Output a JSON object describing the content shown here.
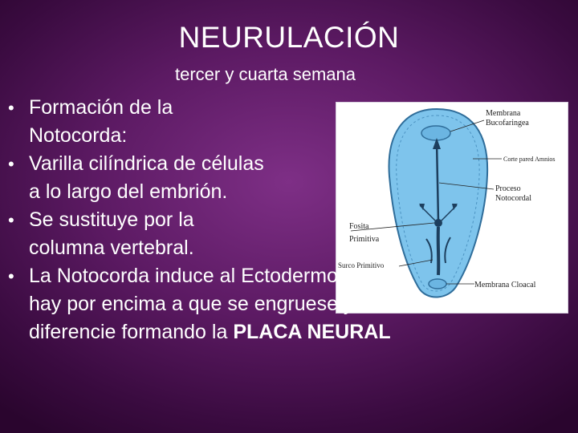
{
  "slide": {
    "title": "NEURULACIÓN",
    "subtitle": "tercer y cuarta semana",
    "bullet_symbol": "•",
    "bullets": [
      {
        "line1": "Formación de la",
        "line2_bold": "Notocorda",
        "line2_rest": ":"
      },
      {
        "line1": "Varilla cilíndrica de células",
        "line2": "a lo largo del embrión."
      },
      {
        "line1": "Se sustituye por la",
        "line2": "columna vertebral."
      },
      {
        "line1": "La Notocorda induce al Ectodermo que",
        "line2": "hay por encima a que se engruese y",
        "line3": "diferencie formando la ",
        "line3_bold": "PLACA NEURAL"
      }
    ]
  },
  "figure": {
    "labels": {
      "membrana": "Membrana",
      "bucofaringea": "Bucofaringea",
      "corte": "Corte pared Amnios",
      "proceso": "Proceso",
      "notocordal": "Notocordal",
      "fosita": "Fosita",
      "primitiva": "Primitiva",
      "surco": "Surco Primitivo",
      "cloacal": "Membrana Cloacal"
    }
  },
  "colors": {
    "background": "#5c1a63",
    "embryo_fill": "#7ec4ec",
    "embryo_outline": "#2f6d9a",
    "text": "#ffffff"
  }
}
